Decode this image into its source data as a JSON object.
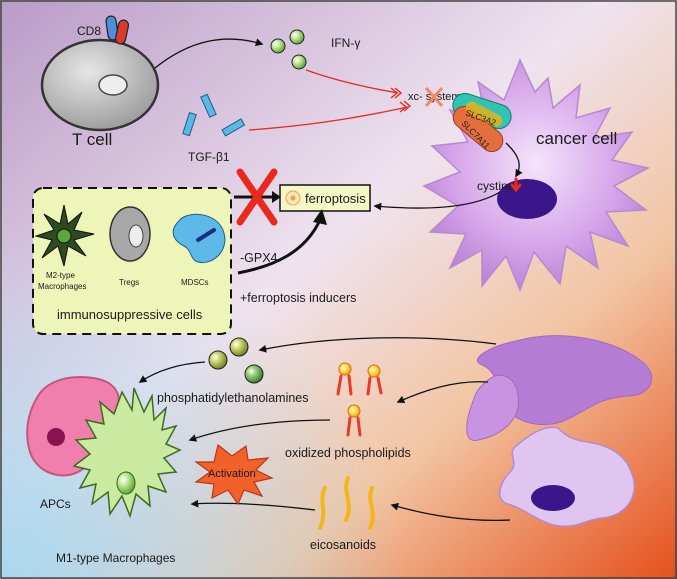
{
  "tcell": {
    "label": "T cell",
    "receptor_label": "CD8"
  },
  "cytokines": {
    "ifn": "IFN-γ",
    "tgf": "TGF-β1"
  },
  "xc_system": {
    "label": "xc- system",
    "slc3a2": "SLC3A2",
    "slc7a11": "SLC7A11"
  },
  "cancer_cell": {
    "label": "cancer cell",
    "cystine_label": "cystine"
  },
  "ferroptosis": {
    "label": "ferroptosis",
    "minus_gpx4": "-GPX4",
    "plus_inducers": "+ferroptosis inducers"
  },
  "immunosuppressive": {
    "title": "immunosuppressive cells",
    "m2_line1": "M2-type",
    "m2_line2": "Macrophages",
    "tregs": "Tregs",
    "mdscs": "MDSCs"
  },
  "lipids": {
    "pe": "phosphatidylethanolamines",
    "oxpl": "oxidized phospholipids",
    "eico": "eicosanoids"
  },
  "targets": {
    "apcs": "APCs",
    "m1": "M1-type  Macrophages",
    "activation": "Activation"
  },
  "colors": {
    "cancer_purple": "#c48fe0",
    "nucleus": "#3a168a",
    "inhibit_red": "#e8291c",
    "box_yellow": "#eef5b8",
    "activation_star": "#f2612a"
  }
}
